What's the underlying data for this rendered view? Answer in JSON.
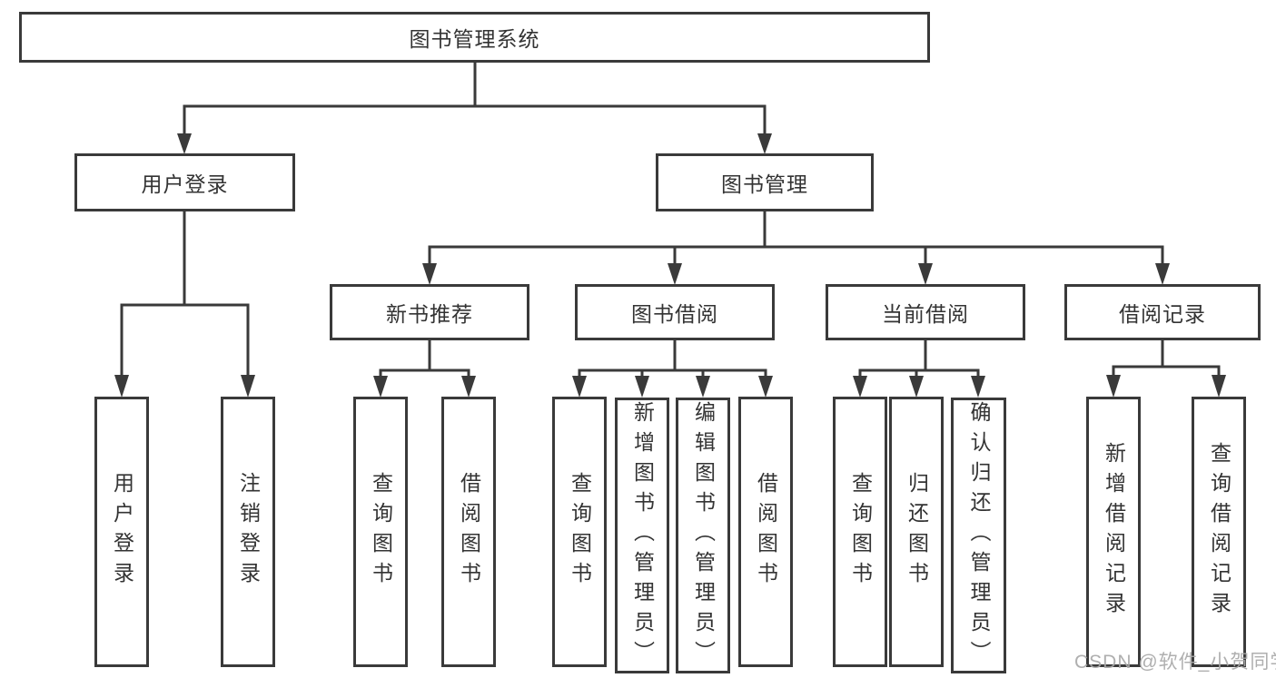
{
  "diagram": {
    "title": "图书管理系统",
    "colors": {
      "line": "#3a3a3a",
      "box_border": "#3a3a3a",
      "text": "#333333",
      "background": "#ffffff",
      "watermark": "#a8a8a8"
    },
    "nodes": {
      "root": {
        "label": "图书管理系统"
      },
      "user_login": {
        "label": "用户登录"
      },
      "book_management": {
        "label": "图书管理"
      },
      "new_book_recommend": {
        "label": "新书推荐"
      },
      "book_borrowing": {
        "label": "图书借阅"
      },
      "current_borrowing": {
        "label": "当前借阅"
      },
      "borrowing_records": {
        "label": "借阅记录"
      },
      "login_leaf": {
        "label": "用户登录"
      },
      "logout_leaf": {
        "label": "注销登录"
      },
      "recommend_query_books": {
        "label": "查询图书"
      },
      "recommend_borrow_books": {
        "label": "借阅图书"
      },
      "borrowing_query_books": {
        "label": "查询图书"
      },
      "borrowing_add_books_admin": {
        "label": "新增图书（管理员）"
      },
      "borrowing_edit_books_admin": {
        "label": "编辑图书（管理员）"
      },
      "borrowing_borrow_books": {
        "label": "借阅图书"
      },
      "current_query_books": {
        "label": "查询图书"
      },
      "current_return_books": {
        "label": "归还图书"
      },
      "current_confirm_return_admin": {
        "label": "确认归还（管理员）"
      },
      "records_add_record": {
        "label": "新增借阅记录"
      },
      "records_query_record": {
        "label": "查询借阅记录"
      }
    },
    "watermark": {
      "text": "CSDN @软件_小贺同学"
    }
  }
}
